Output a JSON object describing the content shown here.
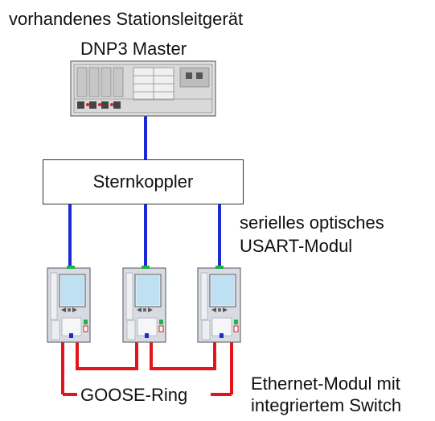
{
  "diagram": {
    "title": "vorhandenes Stationsleitgerät",
    "master_label": "DNP3 Master",
    "coupler_label": "Sternkoppler",
    "serial_module_line1": "serielles optisches",
    "serial_module_line2": "USART-Modul",
    "ethernet_line1": "Ethernet-Modul mit",
    "ethernet_line2": "integriertem Switch",
    "ring_label": "GOOSE-Ring",
    "colors": {
      "serial_link": "#1a2bd6",
      "goose_ring": "#e4141a",
      "device_body": "#d8dbe2",
      "device_screen": "#bfe0f2",
      "device_accent_green": "#22b14c"
    }
  }
}
